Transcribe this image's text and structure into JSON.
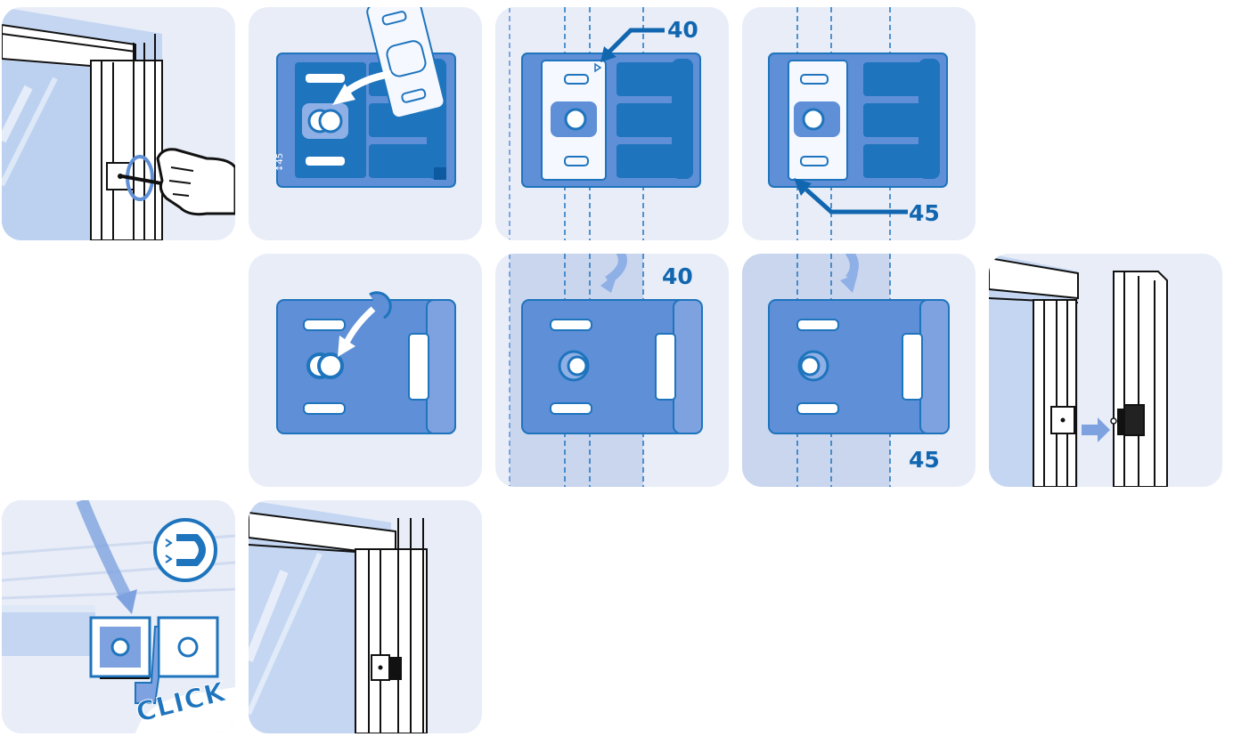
{
  "title": "Magnetic latch mounting instructions",
  "labels": {
    "step3_top": "40",
    "step4_top": "45",
    "step3_bottom": "40",
    "step4_bottom": "45",
    "click": "CLICK"
  },
  "icons": [
    "hex-key-icon",
    "template-icon",
    "arrow-icon",
    "magnet-icon",
    "latch-icon"
  ],
  "colors": {
    "panel_bg": "#e8edf8",
    "accent": "#1166b0",
    "part_blue": "#5f8fd6",
    "part_dark": "#1e74bd",
    "glass": "#c4d6f2"
  }
}
